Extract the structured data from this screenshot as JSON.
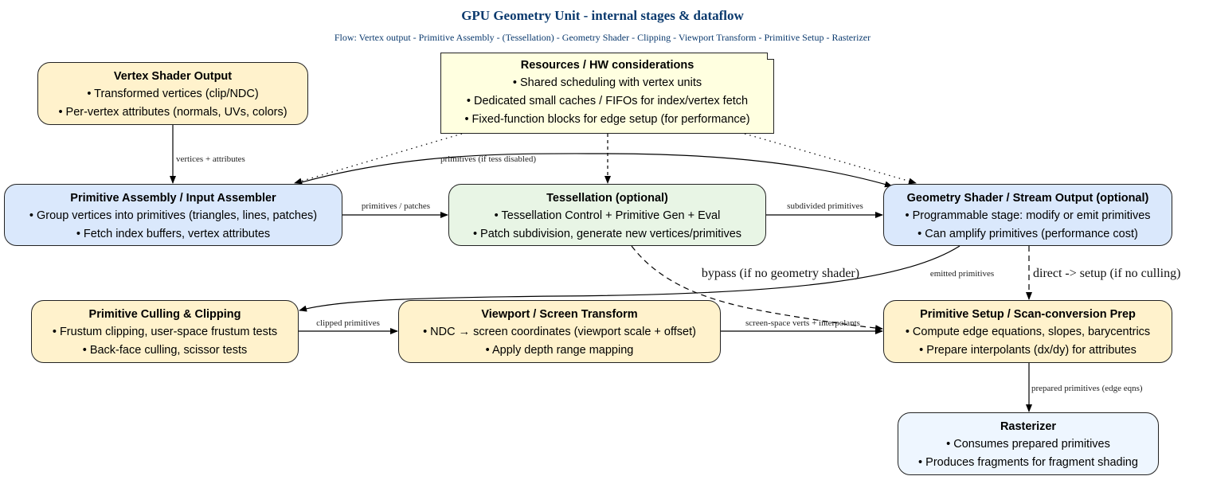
{
  "title": "GPU Geometry Unit - internal stages & dataflow",
  "subtitle": "Flow: Vertex output - Primitive Assembly - (Tessellation) - Geometry Shader - Clipping - Viewport Transform - Primitive Setup - Rasterizer",
  "colors": {
    "stage_orange": "#fff2cc",
    "stage_blue": "#dae8fc",
    "stage_green": "#e8f5e5",
    "note_yellow": "#ffffe0",
    "rasterizer": "#eef6ff",
    "title": "#0b3a6e"
  },
  "nodes": {
    "vertex": {
      "title": "Vertex Shader Output",
      "lines": [
        "• Transformed vertices (clip/NDC)",
        "• Per-vertex attributes (normals, UVs, colors)"
      ]
    },
    "resources": {
      "title": "Resources / HW considerations",
      "lines": [
        "• Shared scheduling with vertex units",
        "• Dedicated small caches / FIFOs for index/vertex fetch",
        "• Fixed-function blocks for edge setup (for performance)"
      ]
    },
    "assembly": {
      "title": "Primitive Assembly / Input Assembler",
      "lines": [
        "• Group vertices into primitives (triangles, lines, patches)",
        "• Fetch index buffers, vertex attributes"
      ]
    },
    "tessellation": {
      "title": "Tessellation (optional)",
      "lines": [
        "• Tessellation Control + Primitive Gen + Eval",
        "• Patch subdivision, generate new vertices/primitives"
      ]
    },
    "geometry": {
      "title": "Geometry Shader / Stream Output (optional)",
      "lines": [
        "• Programmable stage: modify or emit primitives",
        "• Can amplify primitives (performance cost)"
      ]
    },
    "culling": {
      "title": "Primitive Culling & Clipping",
      "lines": [
        "• Frustum clipping, user-space frustum tests",
        "• Back-face culling, scissor tests"
      ]
    },
    "viewport": {
      "title": "Viewport / Screen Transform",
      "lines": [
        "• NDC → screen coordinates (viewport scale + offset)",
        "• Apply depth range mapping"
      ]
    },
    "setup": {
      "title": "Primitive Setup / Scan-conversion Prep",
      "lines": [
        "• Compute edge equations, slopes, barycentrics",
        "• Prepare interpolants (dx/dy) for attributes"
      ]
    },
    "rasterizer": {
      "title": "Rasterizer",
      "lines": [
        "• Consumes prepared primitives",
        "• Produces fragments for fragment shading"
      ]
    }
  },
  "edges": {
    "vertex_assembly": "vertices + attributes",
    "assembly_tess": "primitives / patches",
    "tess_geometry": "subdivided primitives",
    "assembly_geometry": "primitives (if tess disabled)",
    "geometry_culling": "emitted primitives",
    "tess_setup": "bypass (if no geometry shader)",
    "geometry_setup": "direct -> setup (if no culling)",
    "culling_viewport": "clipped primitives",
    "viewport_setup": "screen-space verts + interpolants",
    "setup_rasterizer": "prepared primitives (edge eqns)"
  }
}
